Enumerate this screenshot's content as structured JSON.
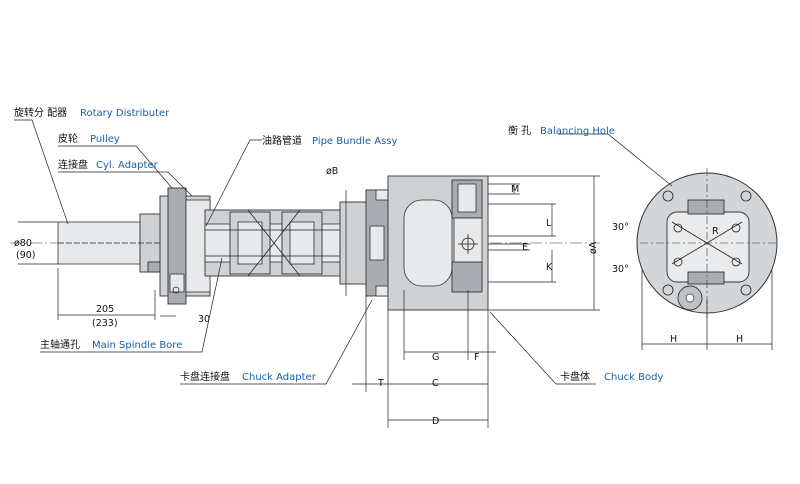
{
  "labels": {
    "rotary_distributer": {
      "cn": "旋转分 配器",
      "en": "Rotary Distributer"
    },
    "pulley": {
      "cn": "皮轮",
      "en": "Pulley"
    },
    "cyl_adapter": {
      "cn": "连接盘",
      "en": "Cyl. Adapter"
    },
    "pipe_bundle": {
      "cn": "油路管道",
      "en": "Pipe Bundle Assy"
    },
    "main_spindle_bore": {
      "cn": "主轴通孔",
      "en": "Main Spindle Bore"
    },
    "chuck_adapter": {
      "cn": "卡盘连接盘",
      "en": "Chuck Adapter"
    },
    "chuck_body": {
      "cn": "卡盘体",
      "en": "Chuck Body"
    },
    "balancing_hole": {
      "cn": "衡 孔",
      "en": "Balancing Hole"
    }
  },
  "dimensions": {
    "phi80": "ø80",
    "phi80_alt": "(90)",
    "len205": "205",
    "len205_alt": "(233)",
    "len30": "30",
    "phiB": "øB",
    "phiA": "øA",
    "M": "M",
    "L": "L",
    "E": "E",
    "K": "K",
    "G": "G",
    "F": "F",
    "T": "T",
    "C": "C",
    "D": "D",
    "angle1": "30°",
    "angle2": "30°",
    "R": "R",
    "H1": "H",
    "H2": "H"
  },
  "colors": {
    "english_label": "#1a5fa8",
    "body_fill": "#cfd2d5",
    "line": "#222222"
  }
}
